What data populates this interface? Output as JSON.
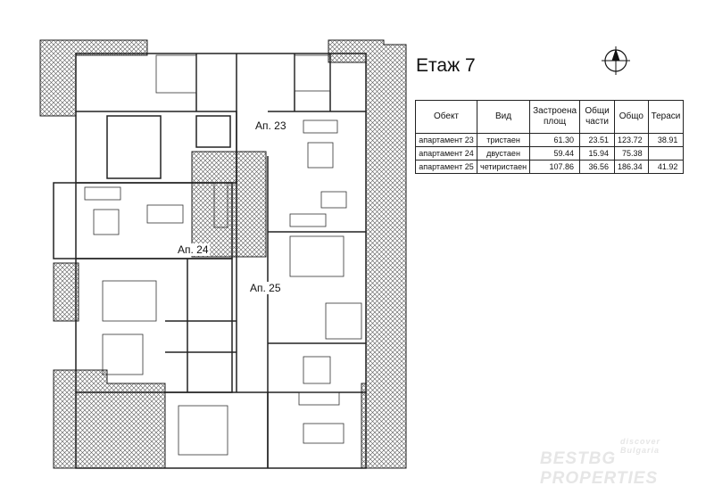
{
  "floor_title": "Етаж 7",
  "apartment_labels": [
    "Ап. 23",
    "Ап. 24",
    "Ап. 25"
  ],
  "table": {
    "headers": [
      "Обект",
      "Вид",
      "Застроена площ",
      "Общи части",
      "Общо",
      "Тераси"
    ],
    "rows": [
      [
        "апартамент 23",
        "тристаен",
        "61.30",
        "23.51",
        "123.72",
        "38.91"
      ],
      [
        "апартамент 24",
        "двустаен",
        "59.44",
        "15.94",
        "75.38",
        ""
      ],
      [
        "апартамент 25",
        "четиристаен",
        "107.86",
        "36.56",
        "186.34",
        "41.92"
      ]
    ]
  },
  "watermark": {
    "line1": "discover Bulgaria",
    "line2": "BESTBG PROPERTIES"
  }
}
